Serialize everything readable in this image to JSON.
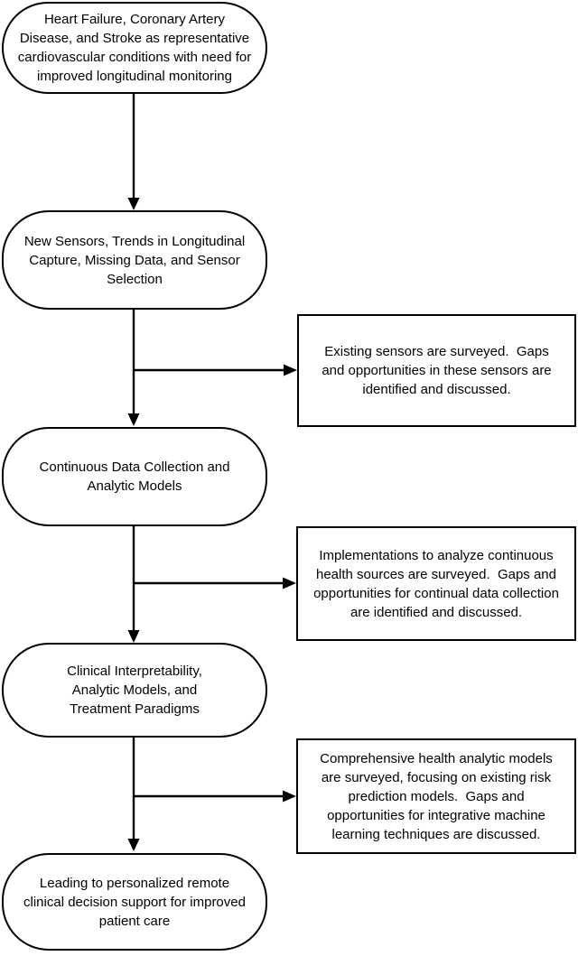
{
  "diagram": {
    "colors": {
      "stroke": "#000000",
      "fill": "#ffffff",
      "text": "#000000"
    },
    "nodes": [
      {
        "id": "cardiovascular-conditions",
        "shape": "rounded",
        "lines": [
          "Heart Failure, Coronary Artery",
          "Disease, and Stroke as representative",
          "cardiovascular conditions with need for",
          "improved longitudinal monitoring"
        ]
      },
      {
        "id": "sensors-trends",
        "shape": "rounded",
        "lines": [
          "New Sensors, Trends in Longitudinal",
          "Capture, Missing Data, and Sensor",
          "Selection"
        ]
      },
      {
        "id": "continuous-data-collection",
        "shape": "rounded",
        "lines": [
          "Continuous Data Collection and",
          "Analytic Models"
        ]
      },
      {
        "id": "clinical-interpretability",
        "shape": "rounded",
        "lines": [
          "Clinical Interpretability,",
          "Analytic Models, and",
          "Treatment Paradigms"
        ]
      },
      {
        "id": "personalized-support",
        "shape": "rounded",
        "lines": [
          "Leading to personalized remote",
          "clinical decision support for improved",
          "patient care"
        ]
      }
    ],
    "annotations": [
      {
        "id": "existing-sensors-note",
        "shape": "rectangle",
        "lines": [
          "Existing sensors are surveyed.  Gaps",
          "and opportunities in these sensors are",
          "identified and discussed."
        ]
      },
      {
        "id": "implementations-note",
        "shape": "rectangle",
        "lines": [
          "Implementations to analyze continuous",
          "health sources are surveyed.  Gaps and",
          "opportunities for continual data collection",
          "are identified and discussed."
        ]
      },
      {
        "id": "analytic-models-note",
        "shape": "rectangle",
        "lines": [
          "Comprehensive health analytic models",
          "are surveyed, focusing on existing risk",
          "prediction models.  Gaps and",
          "opportunities for integrative machine",
          "learning techniques are discussed."
        ]
      }
    ],
    "edges": [
      {
        "from": "cardiovascular-conditions",
        "to": "sensors-trends",
        "type": "arrow-down"
      },
      {
        "from": "sensors-trends",
        "to": "existing-sensors-note",
        "type": "arrow-right"
      },
      {
        "from": "sensors-trends",
        "to": "continuous-data-collection",
        "type": "arrow-down"
      },
      {
        "from": "continuous-data-collection",
        "to": "implementations-note",
        "type": "arrow-right"
      },
      {
        "from": "continuous-data-collection",
        "to": "clinical-interpretability",
        "type": "arrow-down"
      },
      {
        "from": "clinical-interpretability",
        "to": "analytic-models-note",
        "type": "arrow-right"
      },
      {
        "from": "clinical-interpretability",
        "to": "personalized-support",
        "type": "arrow-down"
      }
    ]
  }
}
